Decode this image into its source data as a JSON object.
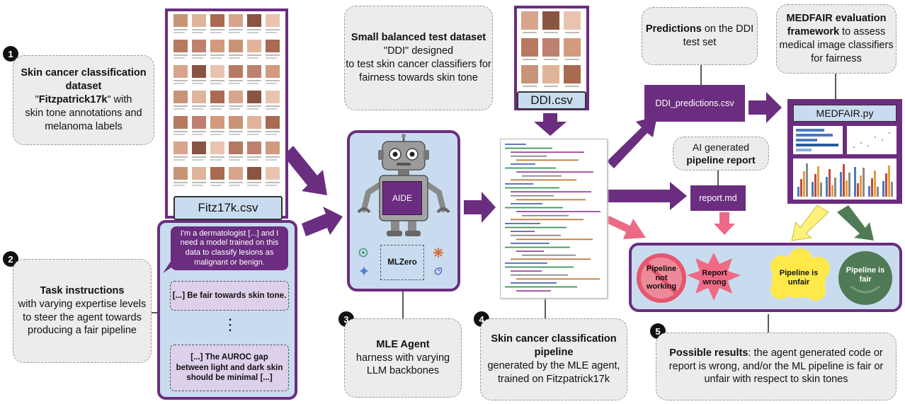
{
  "steps": {
    "s1": {
      "num": "1",
      "title": "Skin cancer classification dataset",
      "q_open": "\"",
      "name": "Fitzpatrick17k",
      "q_close": "\" with",
      "rest": "skin tone annotations and melanoma labels"
    },
    "s2": {
      "num": "2",
      "title": "Task instructions",
      "rest": "with varying expertise levels to steer the agent towards producing a fair pipeline"
    },
    "s3": {
      "num": "3",
      "title": "MLE Agent",
      "rest": "harness with varying LLM backbones"
    },
    "s4": {
      "num": "4",
      "title": "Skin cancer classification pipeline",
      "rest": "generated by the MLE agent, trained on Fitzpatrick17k"
    },
    "s5": {
      "num": "5",
      "title": "Possible results",
      "rest": ": the agent generated code or report is wrong, and/or the ML pipeline is fair or unfair with respect to skin tones"
    }
  },
  "ddi_box": {
    "title": "Small balanced test dataset",
    "mid": " \"DDI\" designed",
    "rest": "to test skin cancer classifiers for fairness towards skin tone"
  },
  "pred_box": {
    "title": "Predictions",
    "rest": " on the DDI test set"
  },
  "medfair_box": {
    "title": "MEDFAIR evaluation framework",
    "rest": " to assess medical image classifiers for fairness"
  },
  "report_box": {
    "pre": "AI generated",
    "title": "pipeline report"
  },
  "files": {
    "fitz": "Fitz17k.csv",
    "ddi": "DDI.csv",
    "ddi_pred": "DDI_predictions.csv",
    "report": "report.md",
    "medfair": "MEDFAIR.py"
  },
  "agent": {
    "chest_label": "AIDE",
    "backbone_label": "MLZero"
  },
  "instructions": {
    "bubble": "I'm a dermatologist [...] and I need a model trained on this data to classify lesions as malignant or benign.",
    "level2": "[...] Be fair towards skin tone.",
    "ellipsis": "⋮",
    "level3": "[...] The AUROC gap between light and dark skin should be minimal [...]"
  },
  "results": {
    "not_working": "Pipeline not working",
    "report_wrong": "Report wrong",
    "unfair": "Pipeline is unfair",
    "fair": "Pipeline is fair"
  },
  "colors": {
    "purple": "#6a2d7f",
    "panel": "#c9dcef",
    "pink": "#ec6a86",
    "yellow": "#fff27a",
    "green": "#4f7b56",
    "cloud": "#ffe94a",
    "star": "#f06a86",
    "smiley": "#4f7a55"
  }
}
